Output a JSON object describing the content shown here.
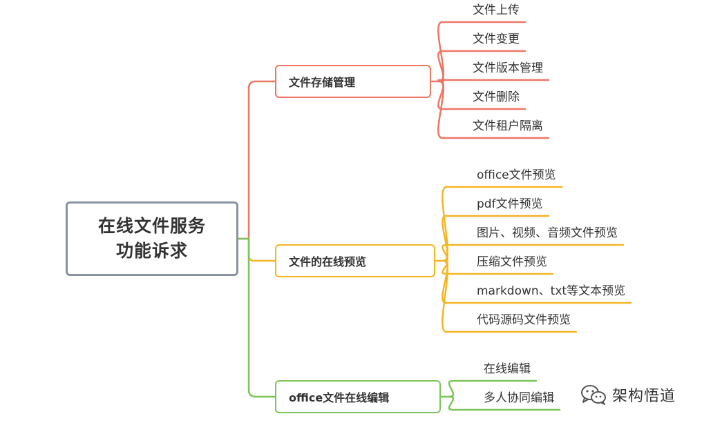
{
  "root": {
    "line1": "在线文件服务",
    "line2": "功能诉求",
    "color": "#8a93a0"
  },
  "branches": [
    {
      "label": "文件存储管理",
      "color": "#ee7565",
      "children": [
        "文件上传",
        "文件变更",
        "文件版本管理",
        "文件删除",
        "文件租户隔离"
      ]
    },
    {
      "label": "文件的在线预览",
      "color": "#f5b523",
      "children": [
        "office文件预览",
        "pdf文件预览",
        "图片、视频、音频文件预览",
        "压缩文件预览",
        "markdown、txt等文本预览",
        "代码源码文件预览"
      ]
    },
    {
      "label": "office文件在线编辑",
      "color": "#7cc45a",
      "children": [
        "在线编辑",
        "多人协同编辑"
      ]
    }
  ],
  "watermark": {
    "label": "架构悟道",
    "icon": "wechat-icon"
  }
}
